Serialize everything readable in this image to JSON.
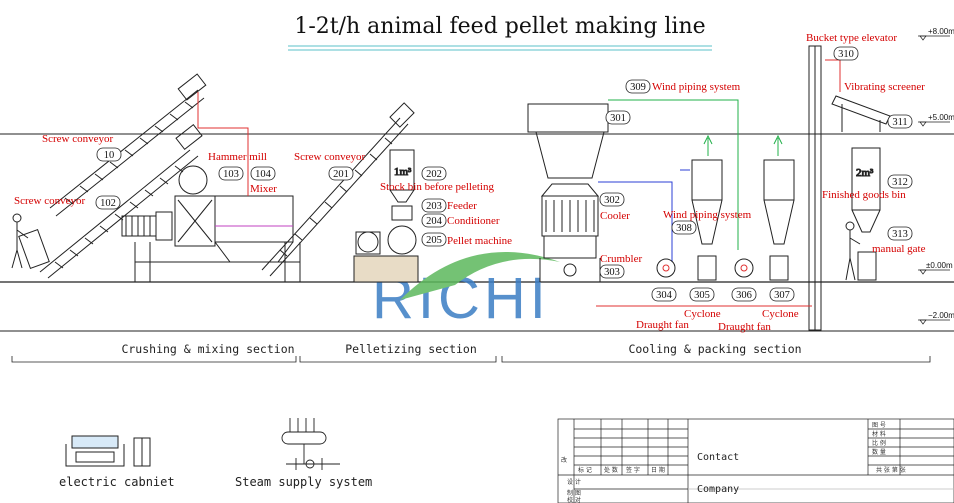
{
  "title": "1-2t/h animal feed pellet making line",
  "levels": [
    "+8.00m",
    "+5.00m",
    "±0.00m",
    "−2.00m"
  ],
  "sections": [
    "Crushing & mixing section",
    "Pelletizing section",
    "Cooling & packing section"
  ],
  "equipment": [
    {
      "num": "10",
      "label": "Screw conveyor"
    },
    {
      "num": "102",
      "label": "Screw conveyor"
    },
    {
      "num": "103",
      "label": "Hammer mill"
    },
    {
      "num": "104",
      "label": "Mixer"
    },
    {
      "num": "201",
      "label": "Screw conveyor"
    },
    {
      "num": "202",
      "label": "Stock bin before pelleting"
    },
    {
      "num": "203",
      "label": "Feeder"
    },
    {
      "num": "204",
      "label": "Conditioner"
    },
    {
      "num": "205",
      "label": "Pellet machine"
    },
    {
      "num": "301",
      "label": ""
    },
    {
      "num": "302",
      "label": "Cooler"
    },
    {
      "num": "303",
      "label": "Crumbler"
    },
    {
      "num": "304",
      "label": "Draught fan"
    },
    {
      "num": "305",
      "label": "Cyclone"
    },
    {
      "num": "306",
      "label": "Draught fan"
    },
    {
      "num": "307",
      "label": "Cyclone"
    },
    {
      "num": "308",
      "label": "Wind piping system"
    },
    {
      "num": "309",
      "label": "Wind piping system"
    },
    {
      "num": "310",
      "label": "Bucket type elevator"
    },
    {
      "num": "311",
      "label": "Vibrating screener"
    },
    {
      "num": "312",
      "label": "Finished goods bin"
    },
    {
      "num": "313",
      "label": "manual gate"
    }
  ],
  "bin_volume_labels": [
    "1m³",
    "2m³"
  ],
  "watermark": "RICHI",
  "legend": {
    "electric": "electric cabniet",
    "steam": "Steam supply system"
  },
  "title_block": {
    "contact": "Contact",
    "company": "Company",
    "left_col": [
      "改",
      "设 计",
      "制 图",
      "校 对"
    ],
    "header_row": [
      "标 记",
      "处 数",
      "签 字",
      "日 期"
    ],
    "right_col": [
      "图 号",
      "材 料",
      "比 例",
      "数 量",
      "共  张  第  张"
    ]
  },
  "colors": {
    "label_red": "#d40000",
    "pipe_red": "#e03030",
    "pipe_green": "#22b04a",
    "pipe_blue": "#2b3fd6",
    "pipe_purple": "#c040c0",
    "watermark_blue": "#3a7dc4",
    "watermark_green": "#5cb85c",
    "line": "#222222"
  }
}
